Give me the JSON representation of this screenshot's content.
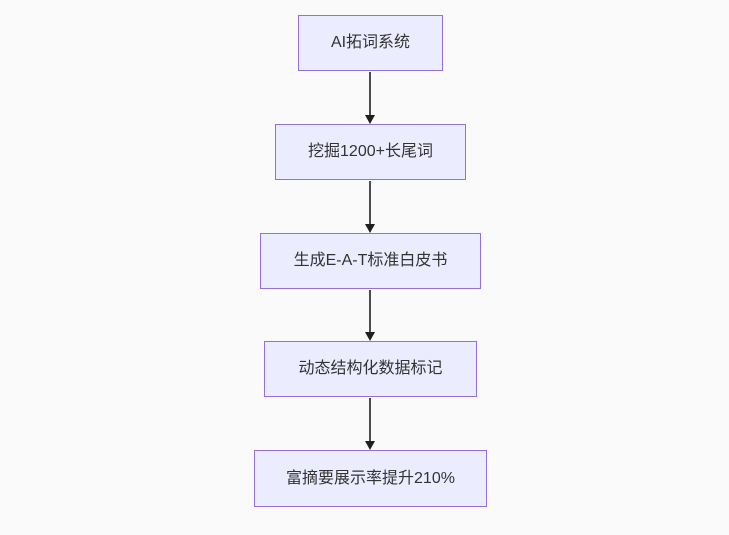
{
  "diagram": {
    "type": "flowchart-top-down",
    "background_color": "#fafafa",
    "node_fill_color": "#ECECFF",
    "node_border_color": "#9370DB",
    "text_color": "#333333",
    "edge_color": "#4d4d4d",
    "nodes": [
      {
        "label": "AI拓词系统"
      },
      {
        "label": "挖掘1200+长尾词"
      },
      {
        "label": "生成E-A-T标准白皮书"
      },
      {
        "label": "动态结构化数据标记"
      },
      {
        "label": "富摘要展示率提升210%"
      }
    ],
    "edges": [
      {
        "from": "AI拓词系统",
        "to": "挖掘1200+长尾词"
      },
      {
        "from": "挖掘1200+长尾词",
        "to": "生成E-A-T标准白皮书"
      },
      {
        "from": "生成E-A-T标准白皮书",
        "to": "动态结构化数据标记"
      },
      {
        "from": "动态结构化数据标记",
        "to": "富摘要展示率提升210%"
      }
    ]
  }
}
